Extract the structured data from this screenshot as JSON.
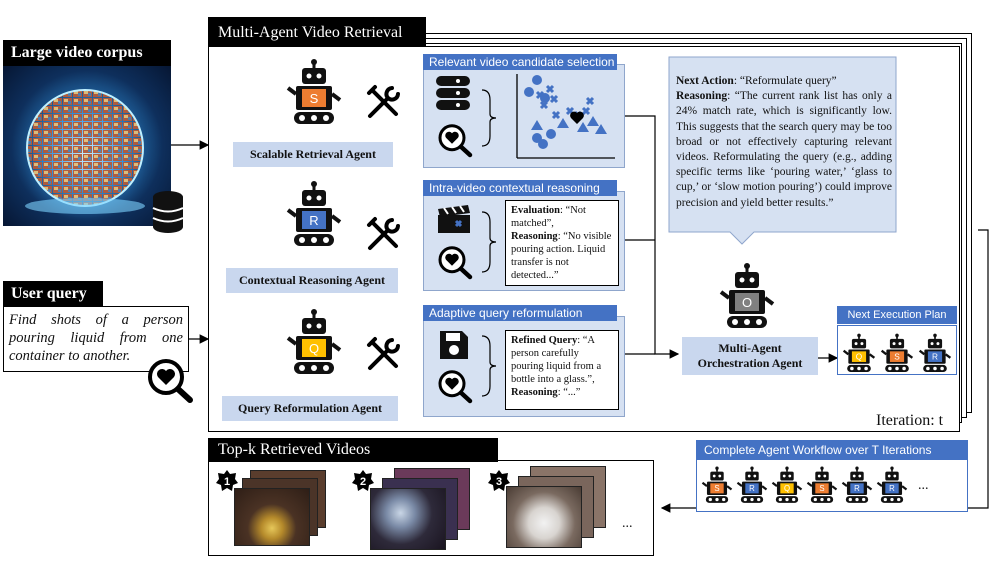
{
  "corpus": {
    "title": "Large video corpus"
  },
  "user_query": {
    "title": "User query",
    "text": "Find shots of a person pouring liquid from one container to another."
  },
  "main": {
    "title": "Multi-Agent Video Retrieval",
    "iteration_label": "Iteration: t"
  },
  "agents": {
    "scalable": {
      "letter": "S",
      "label": "Scalable Retrieval Agent",
      "color": "#ed7d31"
    },
    "contextual": {
      "letter": "R",
      "label": "Contextual Reasoning Agent",
      "color": "#4472c4"
    },
    "reformulation": {
      "letter": "Q",
      "label": "Query Reformulation Agent",
      "color": "#ffc000"
    },
    "orchestration": {
      "letter": "O",
      "label": "Multi-Agent Orchestration Agent",
      "color": "#808080"
    }
  },
  "panels": {
    "candidate": {
      "title": "Relevant video candidate selection"
    },
    "intra": {
      "title": "Intra-video contextual reasoning",
      "eval_key": "Evaluation",
      "eval_value": ": “Not matched”,",
      "reason_key": "Reasoning",
      "reason_value": ": “No visible pouring action. Liquid transfer is not detected...”"
    },
    "reform": {
      "title": "Adaptive query reformulation",
      "refined_key": "Refined Query",
      "refined_value": ": “A person carefully pouring liquid from a bottle into a glass.”,",
      "reason_key": "Reasoning",
      "reason_value": ": “...”"
    }
  },
  "speech": {
    "next_action_key": "Next Action",
    "next_action_value": ": “Reformulate query”",
    "reasoning_key": "Reasoning",
    "reasoning_value": ": “The current rank list has only a 24% match rate, which is significantly low. This suggests that the search query may be too broad or not effectively capturing relevant videos. Reformulating the query (e.g., adding specific terms like ‘pouring water,’ ‘glass to cup,’ or ‘slow motion pouring’) could improve precision and yield better results.”"
  },
  "next_plan": {
    "title": "Next Execution Plan",
    "sequence": [
      "Q",
      "S",
      "R"
    ]
  },
  "workflow": {
    "title": "Complete Agent Workflow over T Iterations",
    "sequence": [
      "S",
      "R",
      "Q",
      "S",
      "R",
      "R"
    ],
    "ellipsis": "..."
  },
  "topk": {
    "title": "Top-k Retrieved Videos",
    "ranks": [
      "1",
      "2",
      "3"
    ],
    "ellipsis": "..."
  }
}
